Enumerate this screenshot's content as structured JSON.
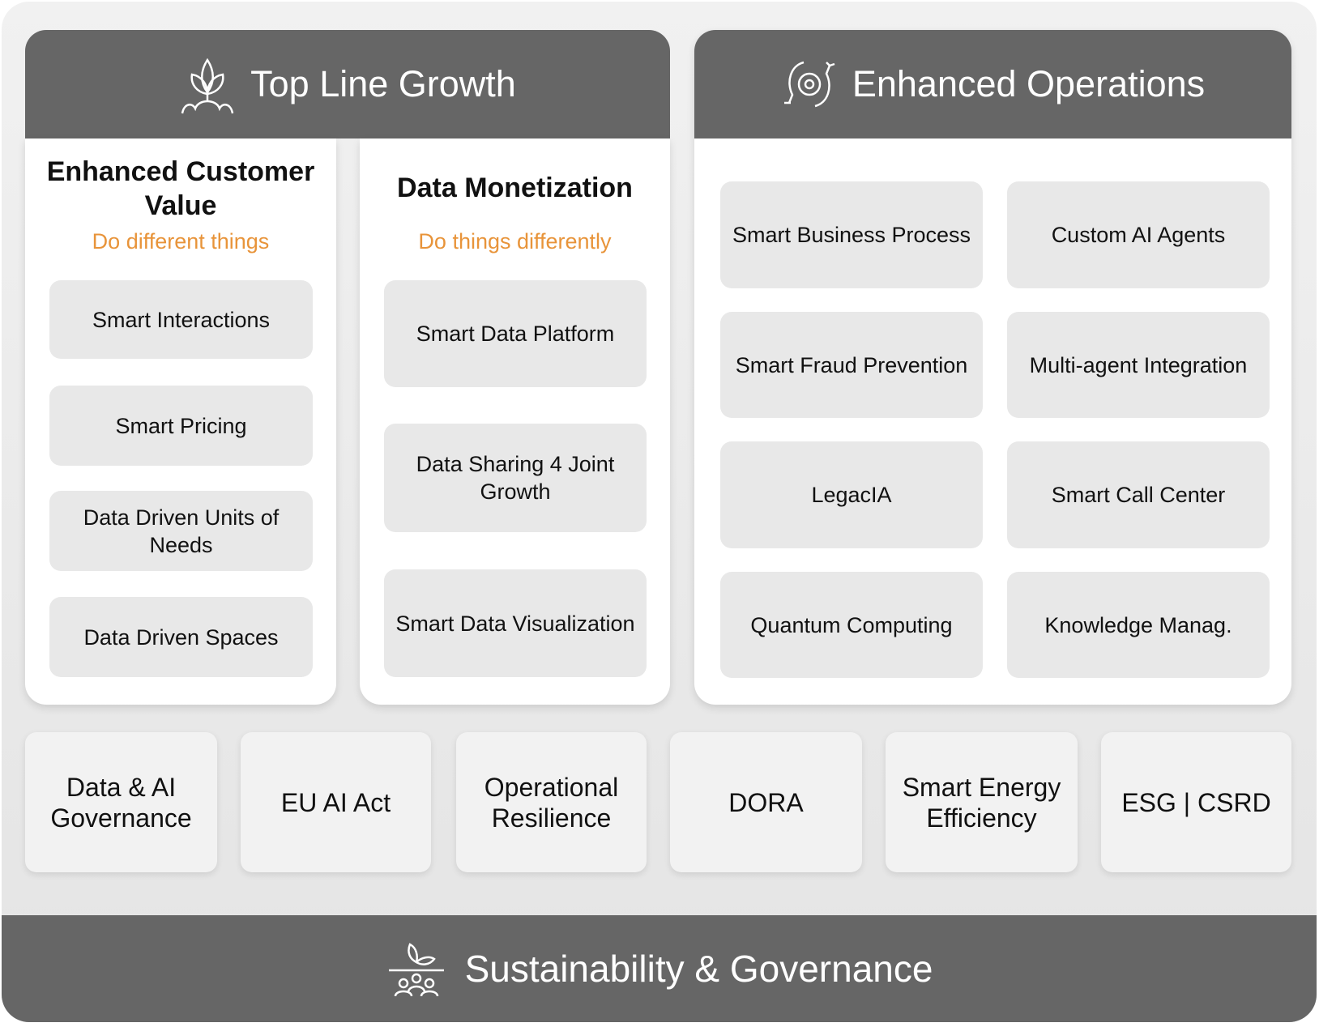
{
  "top_line_growth": {
    "title": "Top Line Growth",
    "icon": "plant-sprout-icon",
    "columns": [
      {
        "title": "Enhanced Customer Value",
        "tagline": "Do different things",
        "items": [
          "Smart Interactions",
          "Smart Pricing",
          "Data Driven Units of Needs",
          "Data Driven Spaces"
        ]
      },
      {
        "title": "Data Monetization",
        "tagline": "Do things differently",
        "items": [
          "Smart Data Platform",
          "Data Sharing 4 Joint Growth",
          "Smart Data Visualization"
        ]
      }
    ]
  },
  "enhanced_operations": {
    "title": "Enhanced Operations",
    "icon": "gear-cycle-icon",
    "items": [
      "Smart Business Process",
      "Custom AI Agents",
      "Smart Fraud Prevention",
      "Multi-agent Integration",
      "LegacIA",
      "Smart Call Center",
      "Quantum Computing",
      "Knowledge Manag."
    ]
  },
  "governance_items": [
    "Data & AI Governance",
    "EU AI Act",
    "Operational Resilience",
    "DORA",
    "Smart Energy Efficiency",
    "ESG | CSRD"
  ],
  "footer": {
    "title": "Sustainability & Governance",
    "icon": "plant-people-icon"
  },
  "colors": {
    "header": "#666666",
    "accent": "#E8943A",
    "tile": "#E8E8E8"
  }
}
